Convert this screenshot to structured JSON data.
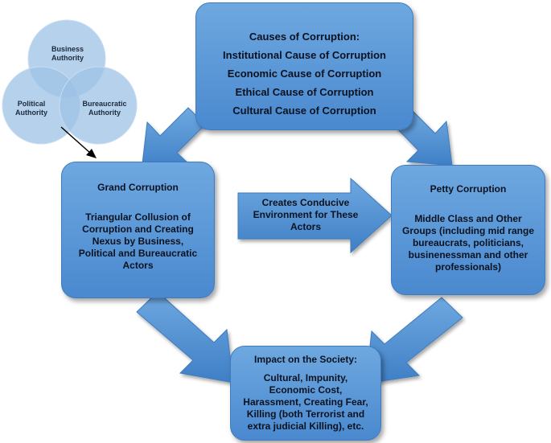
{
  "venn": {
    "business": [
      "Business",
      "Authority"
    ],
    "political": [
      "Political",
      "Authority"
    ],
    "bureaucratic": [
      "Bureaucratic",
      "Authority"
    ]
  },
  "causes": {
    "title": "Causes of Corruption:",
    "items": [
      "Institutional Cause of Corruption",
      "Economic Cause of Corruption",
      "Ethical Cause of Corruption",
      "Cultural Cause of Corruption"
    ]
  },
  "grand": {
    "title": "Grand Corruption",
    "lines": [
      "Triangular Collusion of",
      "Corruption and Creating",
      "Nexus by Business,",
      "Political and Bureaucratic",
      "Actors"
    ]
  },
  "conducive": {
    "lines": [
      "Creates Conducive",
      "Environment for These",
      "Actors"
    ]
  },
  "petty": {
    "title": "Petty Corruption",
    "lines": [
      "Middle Class and Other",
      "Groups (including mid range",
      "bureaucrats, politicians,",
      "businenessman and other",
      "professionals)"
    ]
  },
  "impact": {
    "title": "Impact on the Society:",
    "lines": [
      "Cultural, Impunity,",
      "Economic Cost,",
      "Harassment, Creating Fear,",
      "Killing (both Terrorist and",
      "extra judicial Killing), etc."
    ]
  }
}
